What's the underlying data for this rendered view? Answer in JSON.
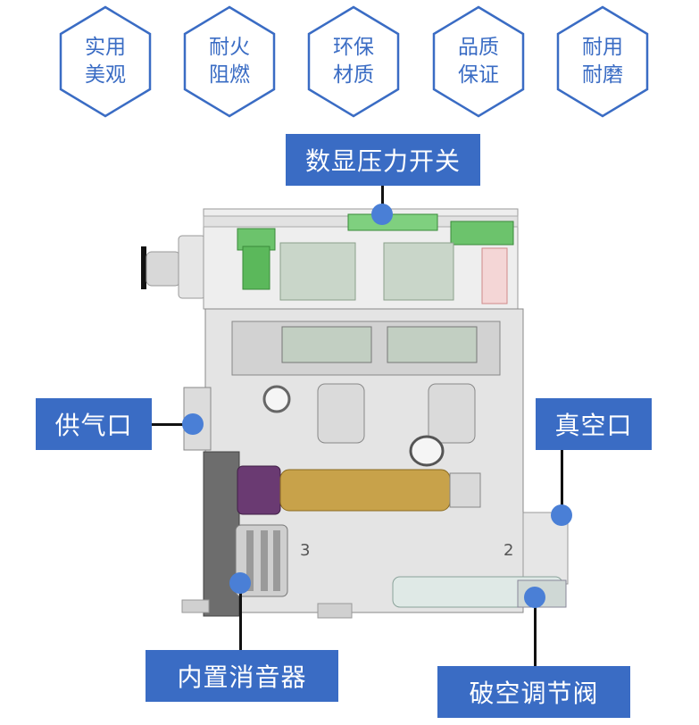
{
  "features": [
    {
      "line1": "实用",
      "line2": "美观"
    },
    {
      "line1": "耐火",
      "line2": "阻燃"
    },
    {
      "line1": "环保",
      "line2": "材质"
    },
    {
      "line1": "品质",
      "line2": "保证"
    },
    {
      "line1": "耐用",
      "line2": "耐磨"
    }
  ],
  "callouts": {
    "pressure_switch": "数显压力开关",
    "supply_port": "供气口",
    "vacuum_port": "真空口",
    "silencer": "内置消音器",
    "break_valve": "破空调节阀"
  },
  "port_numbers": {
    "left": "3",
    "right": "2"
  },
  "colors": {
    "accent": "#3a6cc4",
    "dot": "#4a7fd6",
    "leader": "#111111"
  }
}
